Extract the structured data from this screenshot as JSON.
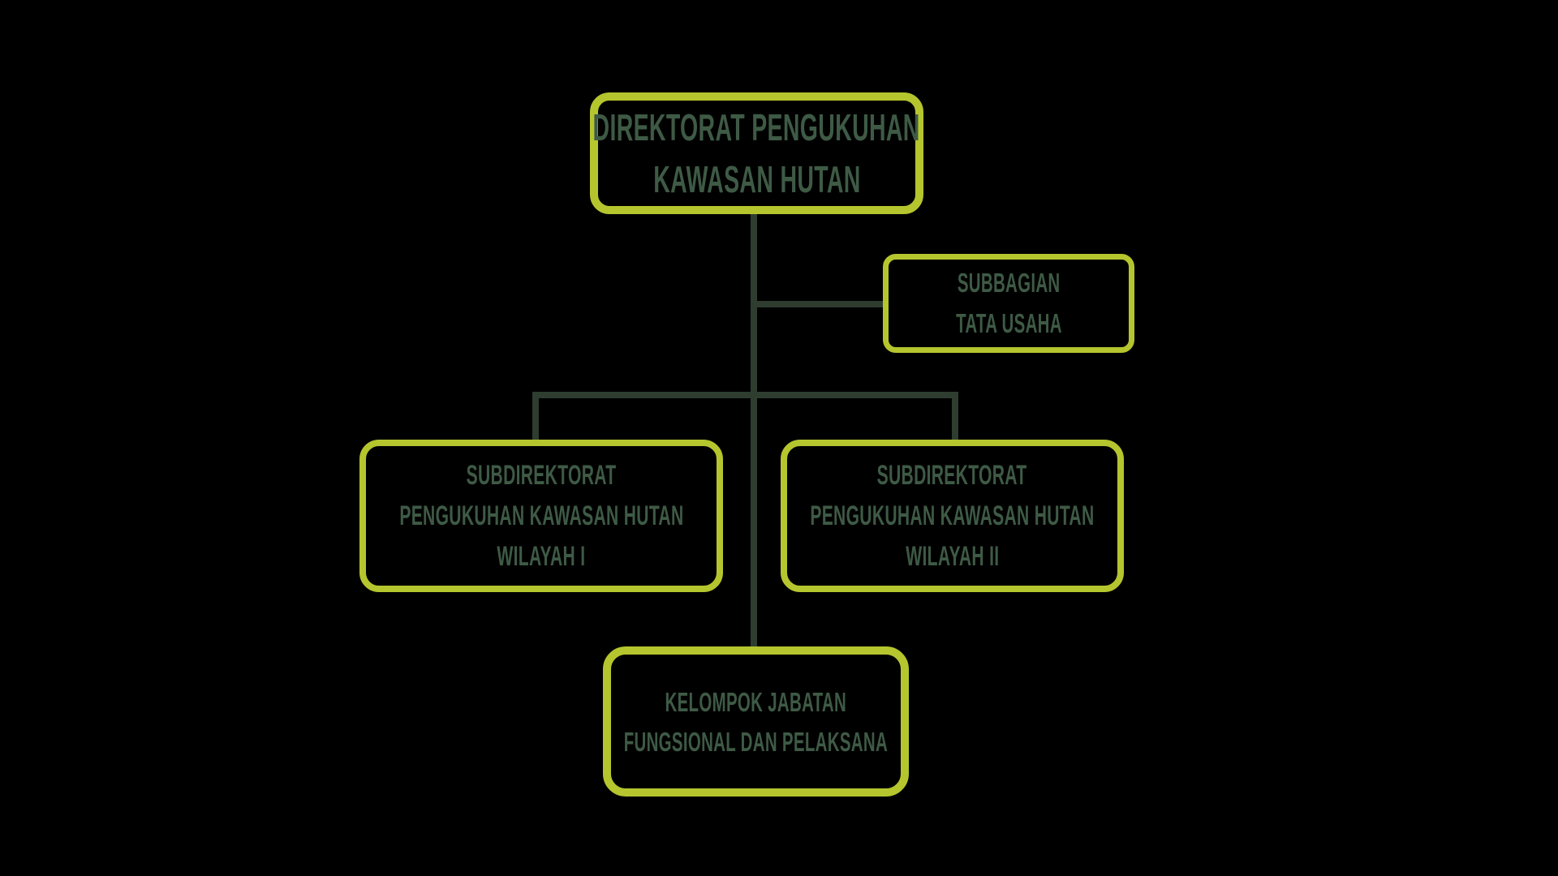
{
  "colors": {
    "background": "#000000",
    "box_border": "#b5c52e",
    "box_fill": "#000000",
    "box_text": "#3e5a45",
    "connector": "#2e3d30"
  },
  "org_chart": {
    "nodes": [
      {
        "id": "direktorat",
        "lines": [
          "DIREKTORAT PENGUKUHAN",
          "KAWASAN HUTAN"
        ]
      },
      {
        "id": "subbagian",
        "lines": [
          "SUBBAGIAN",
          "TATA USAHA"
        ]
      },
      {
        "id": "subdir-wilayah-1",
        "lines": [
          "SUBDIREKTORAT",
          "PENGUKUHAN KAWASAN HUTAN",
          "WILAYAH I"
        ]
      },
      {
        "id": "subdir-wilayah-2",
        "lines": [
          "SUBDIREKTORAT",
          "PENGUKUHAN KAWASAN HUTAN",
          "WILAYAH II"
        ]
      },
      {
        "id": "kelompok",
        "lines": [
          "KELOMPOK JABATAN",
          "FUNGSIONAL DAN PELAKSANA"
        ]
      }
    ]
  }
}
